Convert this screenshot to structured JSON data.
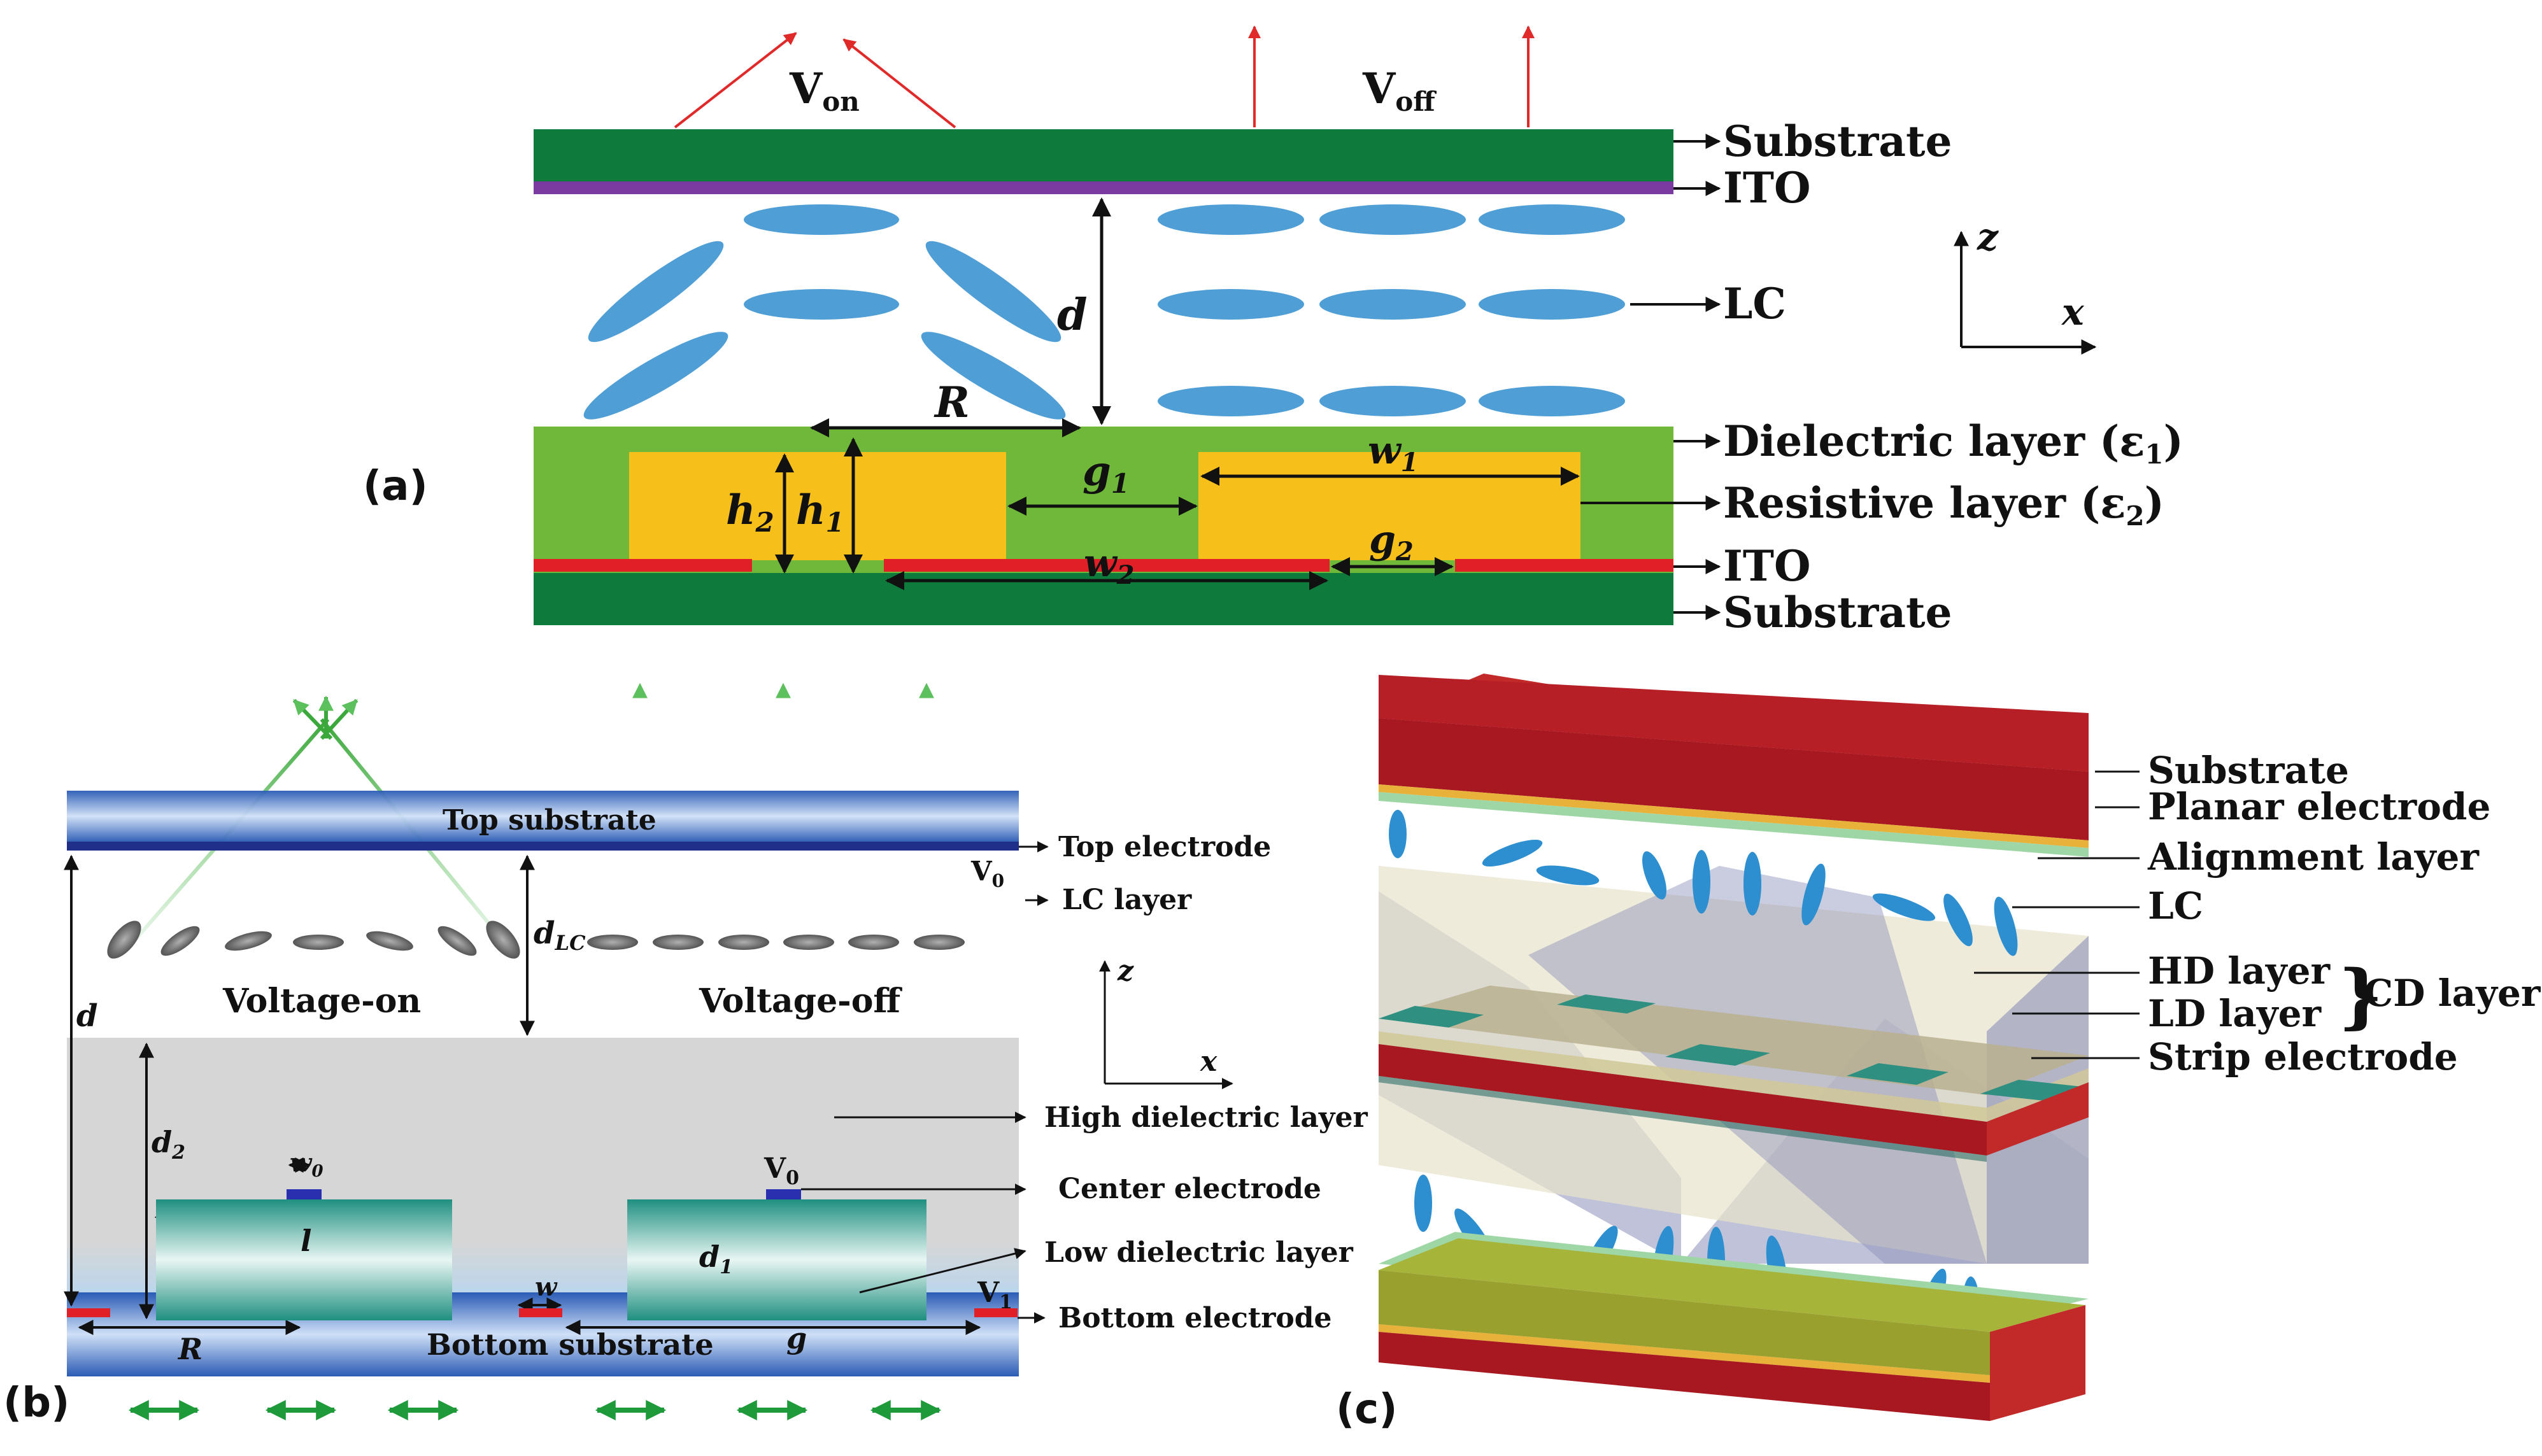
{
  "panel_a": {
    "tag": "(a)",
    "v_on": "V",
    "v_on_sub": "on",
    "v_off": "V",
    "v_off_sub": "off",
    "labels": {
      "substrate_top": "Substrate",
      "ito_top": "ITO",
      "lc": "LC",
      "dielectric": "Dielectric layer (ε",
      "dielectric_sub": "1",
      "resistive": "Resistive layer (ε",
      "resistive_sub": "2",
      "ito_bottom": "ITO",
      "substrate_bottom": "Substrate",
      "close": ")"
    },
    "symbols": {
      "d": "d",
      "R": "R",
      "h1": "h",
      "h1_sub": "1",
      "h2": "h",
      "h2_sub": "2",
      "g1": "g",
      "g1_sub": "1",
      "g2": "g",
      "g2_sub": "2",
      "w1": "w",
      "w1_sub": "1",
      "w2": "w",
      "w2_sub": "2"
    },
    "axes": {
      "z": "z",
      "x": "x"
    },
    "colors": {
      "substrate": "#0e7a3c",
      "ito_top": "#7a3aa0",
      "dielectric": "#6fb83a",
      "resistive": "#f7bf1a",
      "ito_bottom": "#e01f26",
      "lc": "#4f9fd6",
      "rays": "#e02a2a"
    }
  },
  "panel_b": {
    "tag": "(b)",
    "labels": {
      "top_substrate": "Top substrate",
      "top_electrode": "Top electrode",
      "v0_top": "V",
      "v0_top_sub": "0",
      "lc_layer": "LC layer",
      "voltage_on": "Voltage-on",
      "voltage_off": "Voltage-off",
      "high_dielectric": "High dielectric layer",
      "center_electrode": "Center electrode",
      "low_dielectric": "Low dielectric layer",
      "bottom_electrode": "Bottom electrode",
      "bottom_substrate": "Bottom substrate",
      "v0_mid": "V",
      "v0_mid_sub": "0",
      "v1": "V",
      "v1_sub": "1"
    },
    "symbols": {
      "d": "d",
      "d_lc": "d",
      "d_lc_sub": "LC",
      "d2": "d",
      "d2_sub": "2",
      "d1": "d",
      "d1_sub": "1",
      "w0": "w",
      "w0_sub": "0",
      "l": "l",
      "R": "R",
      "w": "w",
      "g": "g"
    },
    "axes": {
      "z": "z",
      "x": "x"
    },
    "colors": {
      "substrate": "#3b6fc8",
      "electrode": "#1f2f8a",
      "rays": "#5cc05c",
      "lc": "#7a7a7a",
      "high_dielectric": "#d6d6d6",
      "low_dielectric": "#2a9a8c",
      "bottom_electrode": "#e01f26",
      "polarizer_arrows": "#1f9a3a"
    }
  },
  "panel_c": {
    "tag": "(c)",
    "labels": {
      "substrate": "Substrate",
      "planar_electrode": "Planar electrode",
      "alignment_layer": "Alignment layer",
      "lc": "LC",
      "hd_layer": "HD layer",
      "ld_layer": "LD layer",
      "cd_layer": "CD layer",
      "strip_electrode": "Strip electrode"
    },
    "colors": {
      "substrate": "#a81820",
      "planar_electrode": "#e8b23a",
      "alignment": "#9fd6a6",
      "lc": "#2e8fd0",
      "strip": "#2f8f80",
      "hd_ld": "#c9c2a6",
      "shadow": "#8a8fb8"
    }
  }
}
